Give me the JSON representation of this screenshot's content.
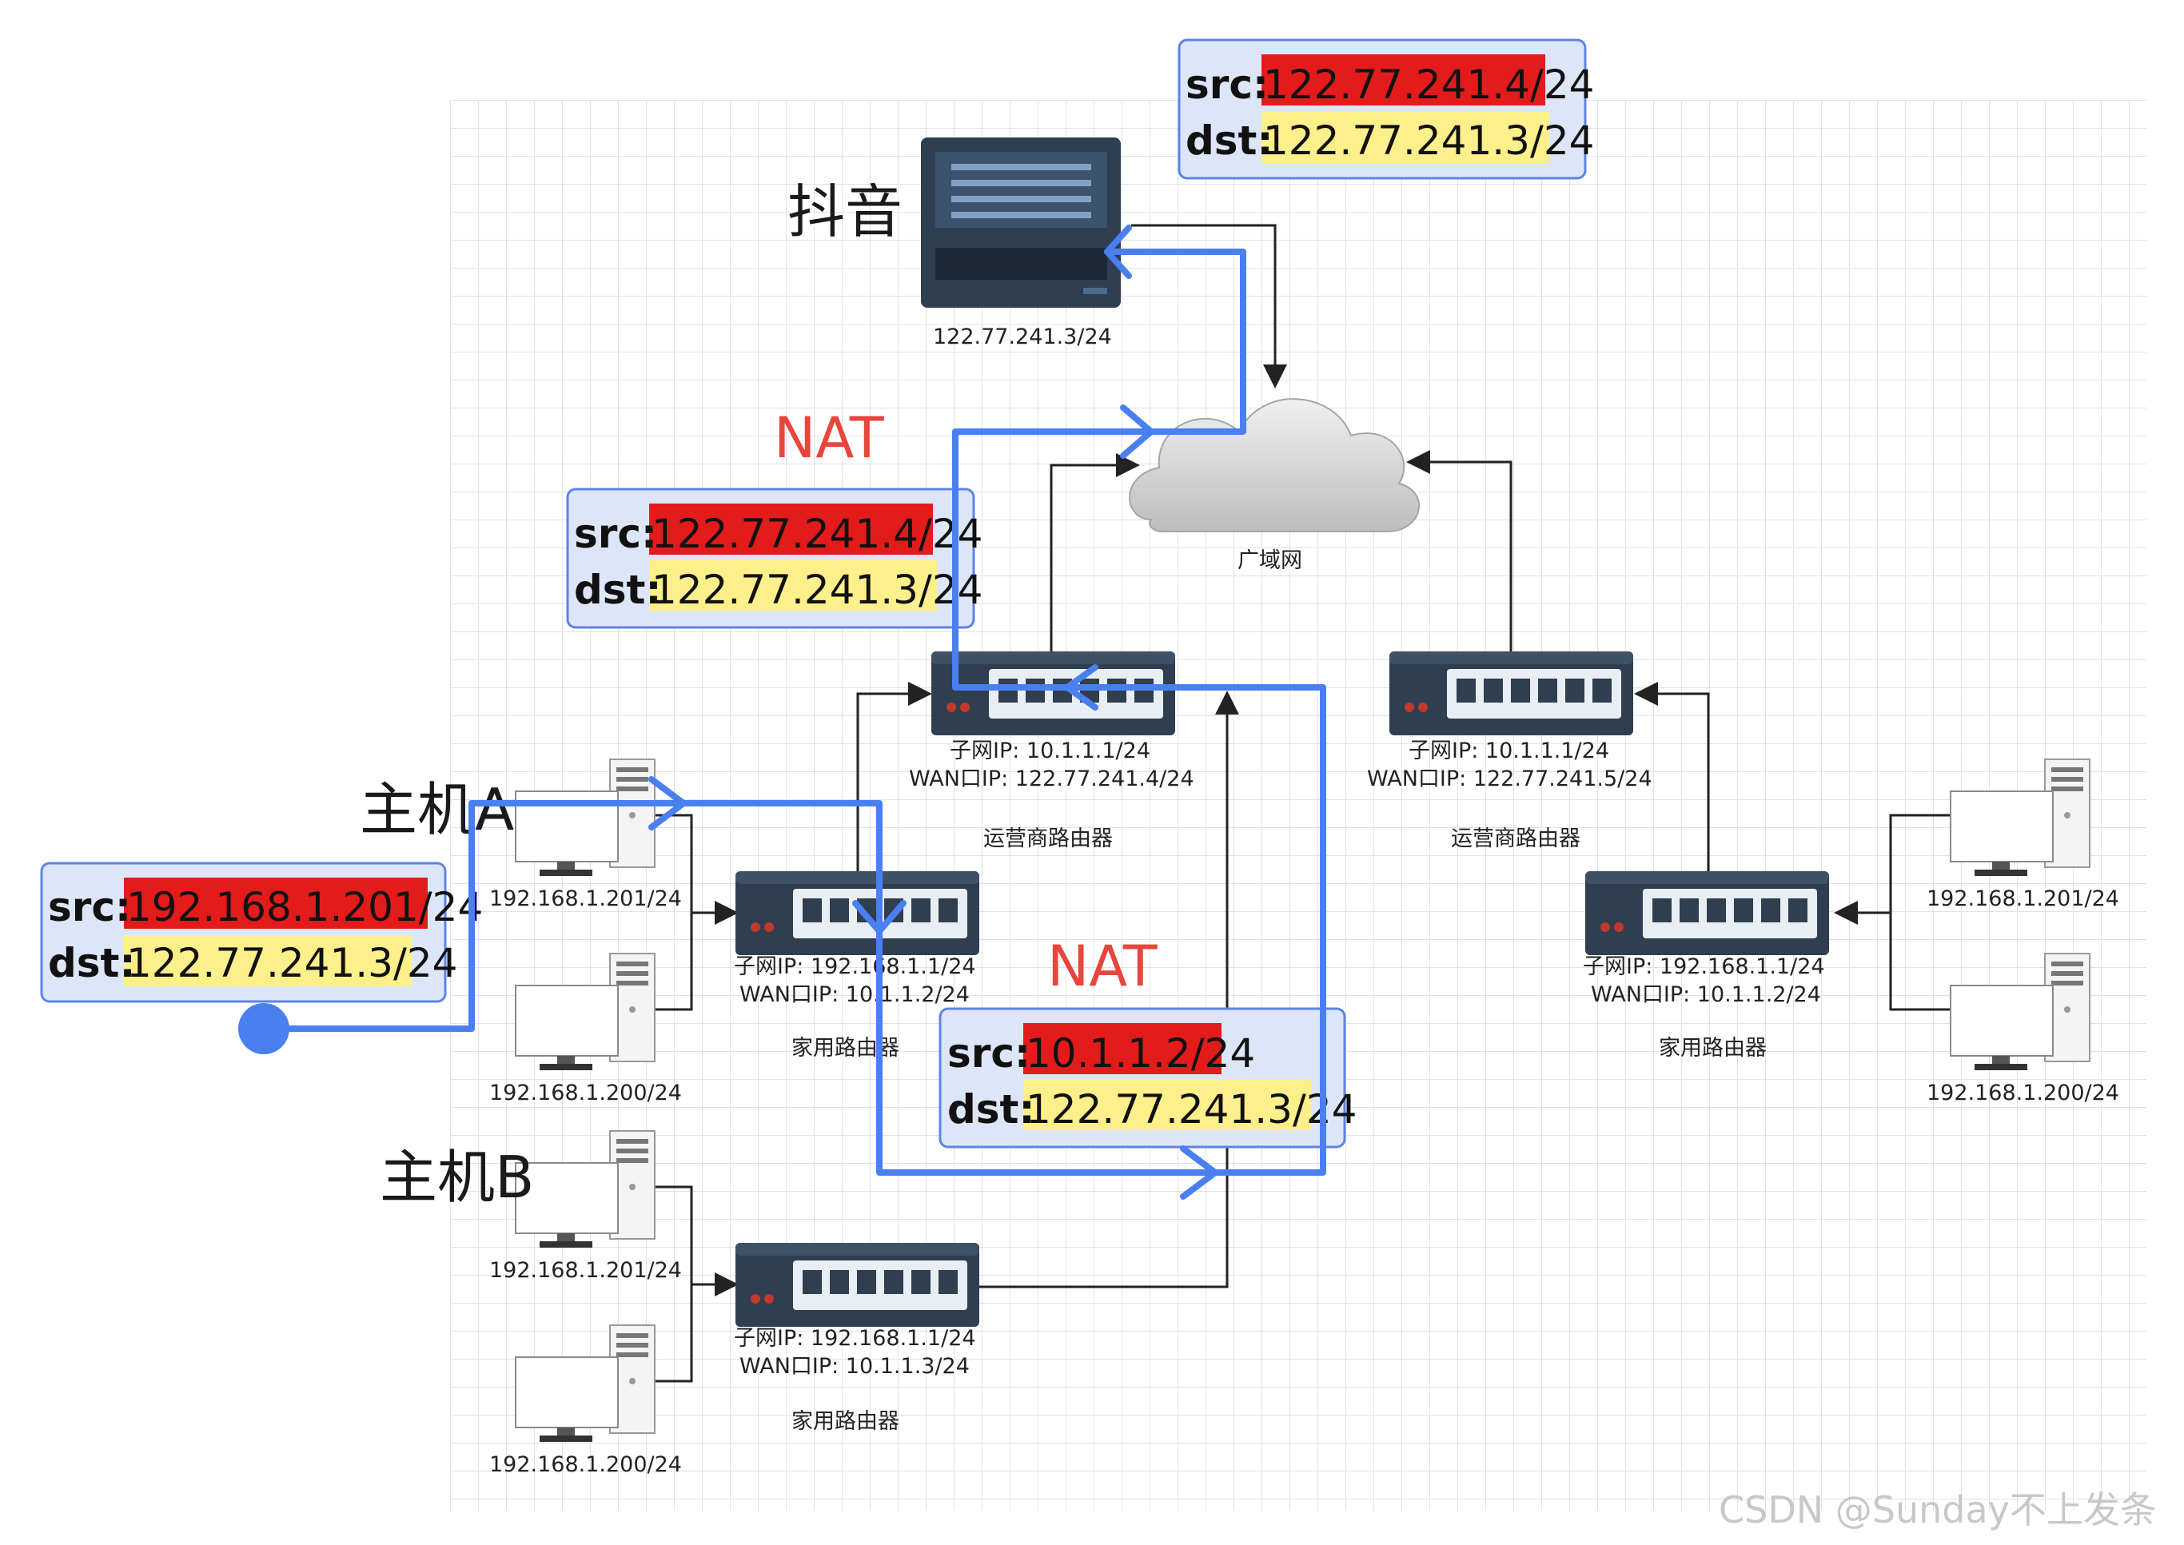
{
  "server": {
    "label": "抖音",
    "ip": "122.77.241.3/24"
  },
  "wan": {
    "label": "广域网"
  },
  "isp_left": {
    "subnet": "子网IP:  10.1.1.1/24",
    "wan": "WAN口IP:  122.77.241.4/24",
    "name": "运营商路由器"
  },
  "isp_right": {
    "subnet": "子网IP:  10.1.1.1/24",
    "wan": "WAN口IP:  122.77.241.5/24",
    "name": "运营商路由器"
  },
  "home_a": {
    "subnet": "子网IP:  192.168.1.1/24",
    "wan": "WAN口IP:  10.1.1.2/24",
    "name": "家用路由器"
  },
  "home_b": {
    "subnet": "子网IP:  192.168.1.1/24",
    "wan": "WAN口IP:  10.1.1.3/24",
    "name": "家用路由器"
  },
  "home_right": {
    "subnet": "子网IP:  192.168.1.1/24",
    "wan": "WAN口IP:  10.1.1.2/24",
    "name": "家用路由器"
  },
  "hosts": {
    "a_label": "主机A",
    "b_label": "主机B",
    "a1_ip": "192.168.1.201/24",
    "a2_ip": "192.168.1.200/24",
    "b1_ip": "192.168.1.201/24",
    "b2_ip": "192.168.1.200/24",
    "r1_ip": "192.168.1.201/24",
    "r2_ip": "192.168.1.200/24"
  },
  "nat_labels": [
    "NAT",
    "NAT"
  ],
  "packets": [
    {
      "src_key": "src:",
      "src": "192.168.1.201/24",
      "dst_key": "dst:",
      "dst": "122.77.241.3/24"
    },
    {
      "src_key": "src:",
      "src": "10.1.1.2/24",
      "dst_key": "dst:",
      "dst": "122.77.241.3/24"
    },
    {
      "src_key": "src:",
      "src": "122.77.241.4/24",
      "dst_key": "dst:",
      "dst": "122.77.241.3/24"
    },
    {
      "src_key": "src:",
      "src": "122.77.241.4/24",
      "dst_key": "dst:",
      "dst": "122.77.241.3/24"
    }
  ],
  "colors": {
    "path": "#4a7ff0",
    "src_bg": "#e31b1b",
    "dst_bg": "#fdf08a",
    "box_bg": "#dde6f8",
    "box_border": "#5c84e6",
    "nat": "#e8453c"
  },
  "watermark": "CSDN @Sunday不上发条"
}
